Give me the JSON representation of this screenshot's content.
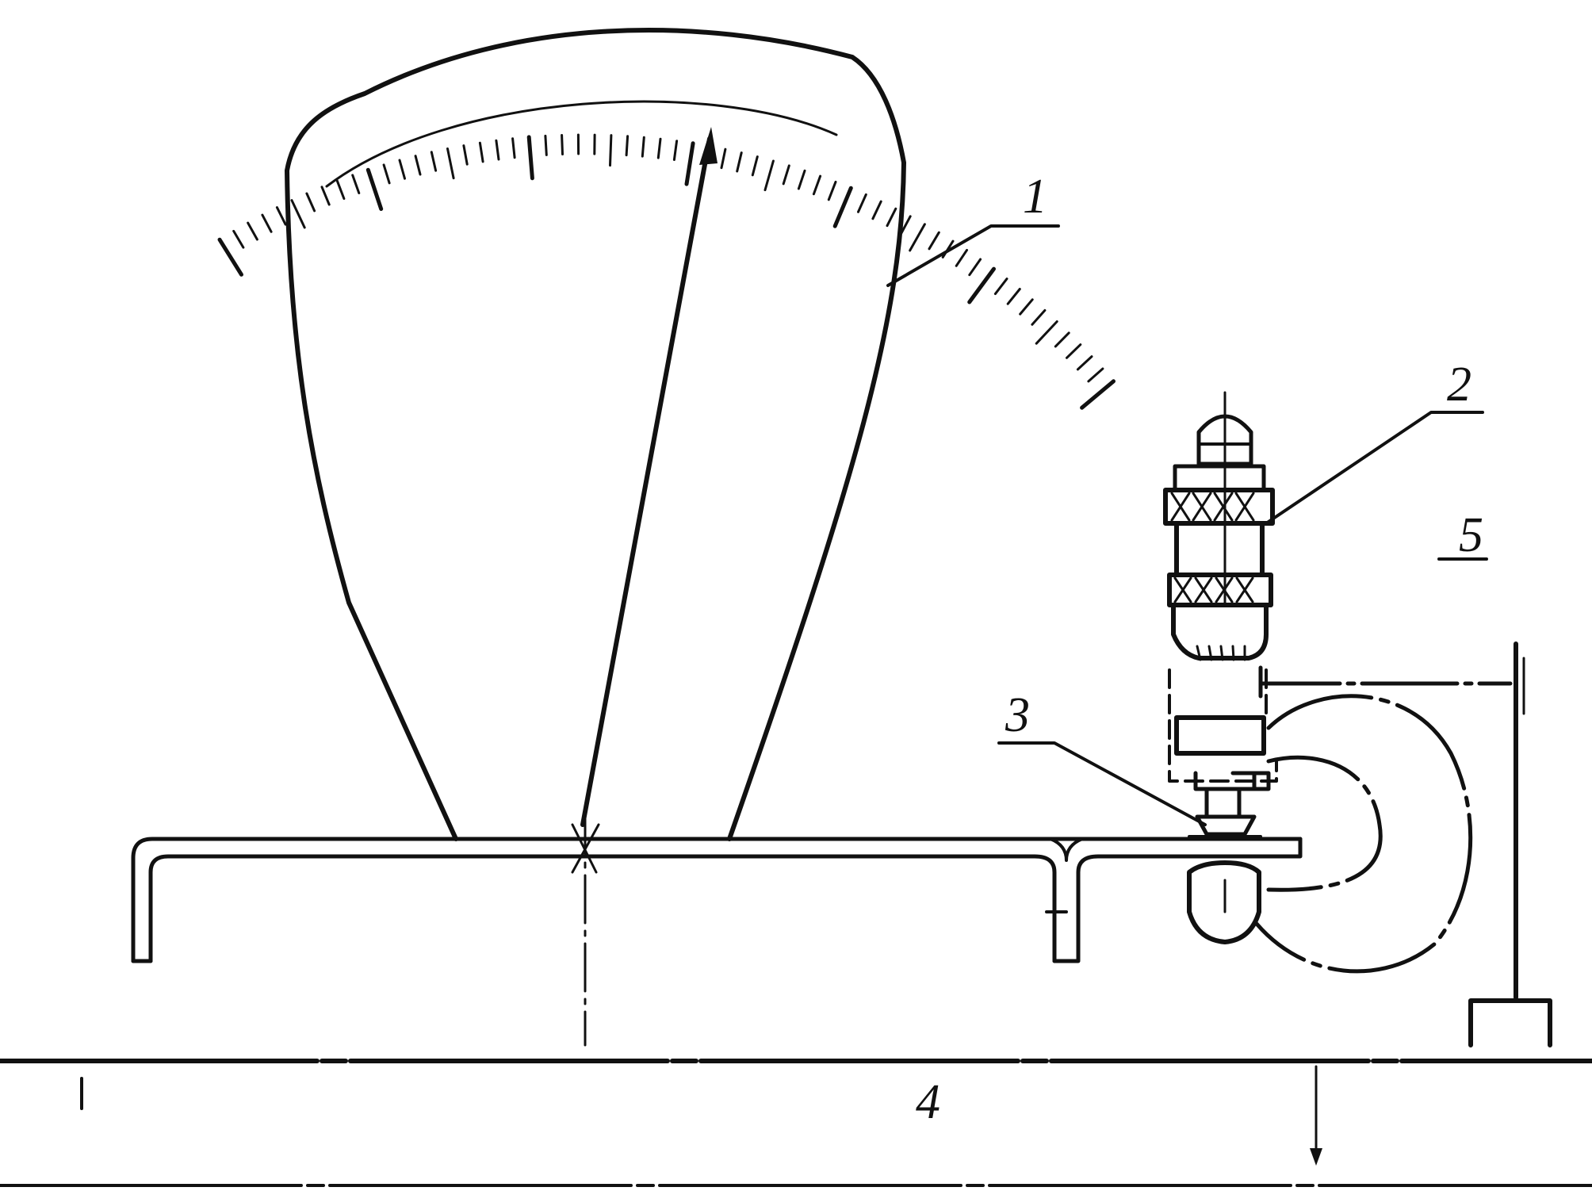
{
  "figure": {
    "callouts": [
      {
        "id": "1",
        "text": "1"
      },
      {
        "id": "2",
        "text": "2"
      },
      {
        "id": "3",
        "text": "3"
      },
      {
        "id": "4",
        "text": "4"
      },
      {
        "id": "5",
        "text": "5"
      }
    ]
  },
  "colors": {
    "line": "#111111",
    "background": "#ffffff"
  }
}
